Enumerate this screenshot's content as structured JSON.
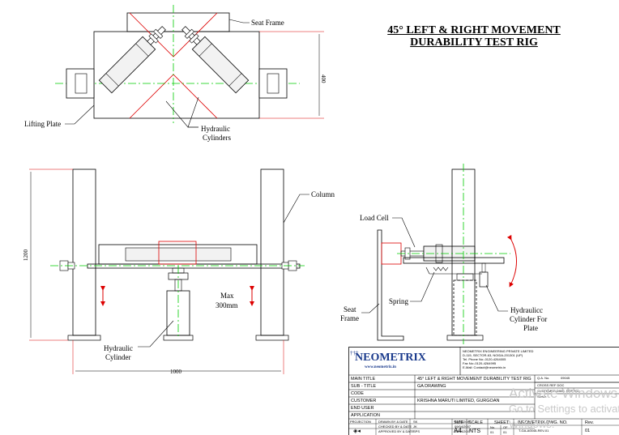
{
  "title": {
    "line1": "45° LEFT & RIGHT MOVEMENT",
    "line2": "DURABILITY TEST RIG"
  },
  "top_view": {
    "seat_frame": "Seat Frame",
    "lifting_plate": "Lifting Plate",
    "hydraulic_cylinders_1": "Hydraulic",
    "hydraulic_cylinders_2": "Cylinders",
    "dim_height": "400"
  },
  "front_view": {
    "column": "Column",
    "max_1": "Max",
    "max_2": "300mm",
    "hydraulic_cylinder_1": "Hydraulic",
    "hydraulic_cylinder_2": "Cylinder",
    "dim_height": "1200",
    "dim_width": "1000"
  },
  "side_view": {
    "load_cell": "Load Cell",
    "seat_frame_1": "Seat",
    "seat_frame_2": "Frame",
    "spring": "Spring",
    "cyl_plate_1": "Hydraulicc",
    "cyl_plate_2": "Cylinder For",
    "cyl_plate_3": "Plate"
  },
  "title_block": {
    "company_logo": "NEOMETRIX",
    "website": "www.neometrix.in",
    "company_name": "NEOMETRIX ENGINEERING PRIVATE LIMITED",
    "address": "D-115, SECTOR-63, NOIDA-201301 (UP)",
    "phone": "Tel. Phone No:-0120-4264005",
    "fax": "Fax No:-0120-4264995",
    "email": "E-Mail: Contact@neometrix.in",
    "main_title_label": "MAIN TITLE",
    "main_title_value": "45° LEFT & RIGHT MOVEMENT DURABILITY TEST RIG",
    "sub_title_label": "SUB - TITLE",
    "sub_title_value": "GA DRAWING",
    "code_label": "CODE",
    "customer_label": "CUSTOMER",
    "customer_value": "KRISHNA MARUTI LIMITED, GURGOAN",
    "end_user_label": "END USER",
    "application_label": "APPLICATION",
    "qa_no_label": "Q.A. No.",
    "qa_no_value": "09045",
    "cross_ref_label": "CROSS REF DOC",
    "cust_dwg_label": "CUSTOMER DWG. REF. NO.",
    "status_label": "Status",
    "projection_label": "PROJECTION",
    "drawn_label": "DRAWN BY & DATE",
    "drawn_by": "SK",
    "drawn_date": "09/04/2007",
    "checked_label": "CHECKED BY & DATE",
    "checked_by": "JK",
    "checked_date": "09/04/2007",
    "approved_label": "APPROVED BY & DATE",
    "approved_by": "SPS",
    "approved_date": "09/04/2007",
    "size_label": "SIZE",
    "size_value": "A4",
    "scale_label": "SCALE",
    "scale_value": "NTS",
    "sheet_label": "SHEET",
    "sheet_no_label": "No.",
    "sheet_of_label": "OF",
    "sheet_no": "01",
    "sheet_of": "01",
    "dwg_no_label": "NEOMETRIX DWG. NO.",
    "dwg_no_value": "T-GA-A0045-REV-01",
    "rev_label": "Rev.",
    "rev_value": "01"
  },
  "watermark": {
    "line1": "Activate Windows",
    "line2": "Go to Settings to activate Windows."
  },
  "colors": {
    "centerline": "#00cc00",
    "motion_arrow": "#dd0000",
    "part_fill": "#f2f2f2",
    "logo_blue": "#1a3a8c"
  }
}
